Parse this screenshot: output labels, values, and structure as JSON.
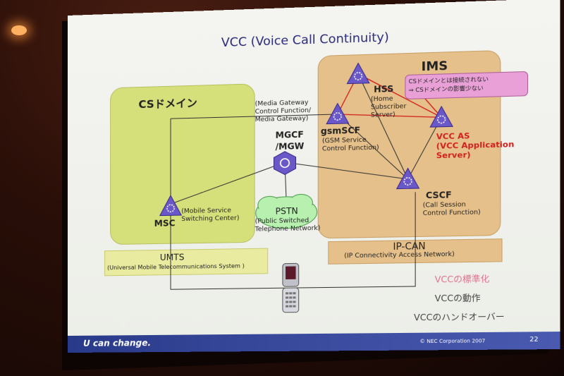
{
  "slide": {
    "title": "VCC (Voice Call Continuity)",
    "footer_slogan": "U can change.",
    "copyright": "© NEC Corporation 2007",
    "page_number": "22"
  },
  "domains": {
    "cs": "CSドメイン",
    "ims": "IMS",
    "umts": "UMTS",
    "umts_full": "(Universal Mobile Telecommunications System )",
    "ipcan": "IP-CAN",
    "ipcan_full": "(IP Connectivity Access Network)"
  },
  "nodes": {
    "mgcf_desc_1": "(Media Gateway",
    "mgcf_desc_2": "Control Function/",
    "mgcf_desc_3": "Media Gateway)",
    "mgcf_1": "MGCF",
    "mgcf_2": "/MGW",
    "msc": "MSC",
    "msc_desc_1": "(Mobile Service",
    "msc_desc_2": "Switching Center)",
    "pstn": "PSTN",
    "pstn_desc_1": "(Public Switched",
    "pstn_desc_2": "Telephone Network)",
    "hss": "HSS",
    "hss_desc_1": "(Home",
    "hss_desc_2": "Subscriber",
    "hss_desc_3": "Server)",
    "gsmscf": "gsmSCF",
    "gsmscf_desc_1": "(GSM Service",
    "gsmscf_desc_2": "Control Function)",
    "vccas_1": "VCC AS",
    "vccas_2": "(VCC Application",
    "vccas_3": "Server)",
    "cscf": "CSCF",
    "cscf_desc_1": "(Call Session",
    "cscf_desc_2": "Control Function)"
  },
  "note": {
    "line1": "CSドメインとは接続されない",
    "line2": "⇒ CSドメインの影響少ない"
  },
  "menu": {
    "item1": "VCCの標準化",
    "item2": "VCCの動作",
    "item3": "VCCのハンドオーバー"
  },
  "colors": {
    "cs_domain": "#d6e07a",
    "ims_domain": "#e6c08a",
    "note_bg": "#e8a0d6",
    "node_purple": "#6a58c8",
    "link_red": "#d02020",
    "menu_active": "#e07090",
    "footer_bar": "#2a3a8a"
  }
}
